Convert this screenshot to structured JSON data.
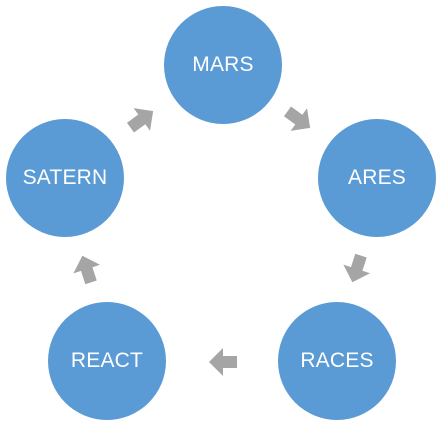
{
  "colors": {
    "node_fill": "#5B9BD5",
    "node_text": "#FFFFFF",
    "arrow_fill": "#A5A5A5"
  },
  "nodes": [
    {
      "id": "mars",
      "label": "MARS"
    },
    {
      "id": "ares",
      "label": "ARES"
    },
    {
      "id": "races",
      "label": "RACES"
    },
    {
      "id": "react",
      "label": "REACT"
    },
    {
      "id": "satern",
      "label": "SATERN"
    }
  ],
  "cycle_order": [
    "mars",
    "ares",
    "races",
    "react",
    "satern"
  ],
  "connector_shape": "block-arrow"
}
